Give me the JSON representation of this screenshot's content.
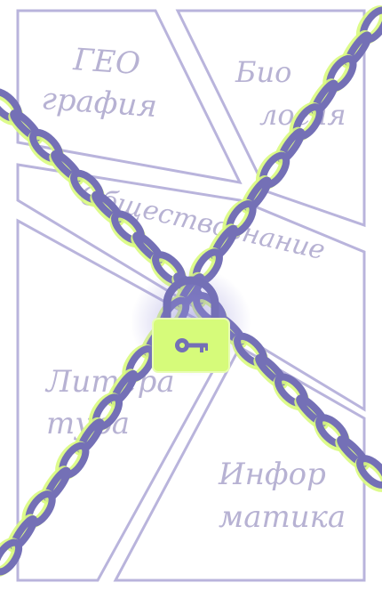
{
  "scene": {
    "subjects": {
      "geography_line1": "ГЕО",
      "geography_line2": "графия",
      "biology_line1": "Био",
      "biology_line2": "логия",
      "social_studies": "Обществознание",
      "literature_line1": "Литера",
      "literature_line2": "тура",
      "informatics_line1": "Инфор",
      "informatics_line2": "матика"
    },
    "lock": {
      "state": "locked",
      "icon": "key-icon"
    },
    "colors": {
      "panel_border": "#b9b4dc",
      "subject_text": "#b7b2d3",
      "chain": "#7470b6",
      "chain_glow": "#d9fb7e",
      "padlock_body": "#d6fb7a",
      "padlock_shackle": "#7470b6"
    }
  }
}
